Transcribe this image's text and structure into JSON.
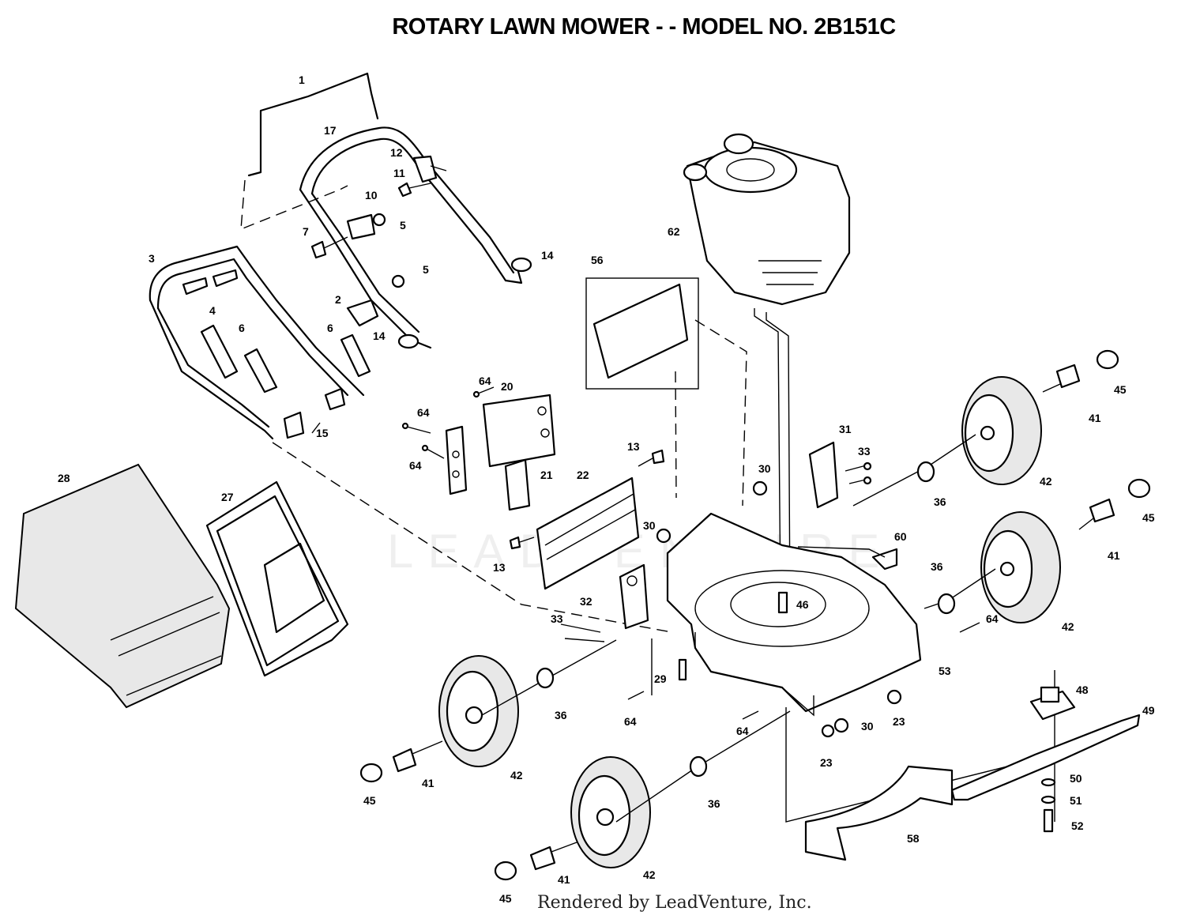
{
  "title": "ROTARY LAWN MOWER - - MODEL NO. 2B151C",
  "footer": "Rendered by LeadVenture, Inc.",
  "watermark": "LEADVENTURE",
  "callouts": [
    {
      "id": "1",
      "label": "1"
    },
    {
      "id": "17",
      "label": "17"
    },
    {
      "id": "12",
      "label": "12"
    },
    {
      "id": "11",
      "label": "11"
    },
    {
      "id": "10",
      "label": "10"
    },
    {
      "id": "5a",
      "label": "5"
    },
    {
      "id": "7",
      "label": "7"
    },
    {
      "id": "3",
      "label": "3"
    },
    {
      "id": "4",
      "label": "4"
    },
    {
      "id": "5b",
      "label": "5"
    },
    {
      "id": "2",
      "label": "2"
    },
    {
      "id": "14a",
      "label": "14"
    },
    {
      "id": "14b",
      "label": "14"
    },
    {
      "id": "6a",
      "label": "6"
    },
    {
      "id": "6b",
      "label": "6"
    },
    {
      "id": "15",
      "label": "15"
    },
    {
      "id": "56",
      "label": "56"
    },
    {
      "id": "62",
      "label": "62"
    },
    {
      "id": "64a",
      "label": "64"
    },
    {
      "id": "20",
      "label": "20"
    },
    {
      "id": "64b",
      "label": "64"
    },
    {
      "id": "64c",
      "label": "64"
    },
    {
      "id": "21",
      "label": "21"
    },
    {
      "id": "13a",
      "label": "13"
    },
    {
      "id": "22",
      "label": "22"
    },
    {
      "id": "13b",
      "label": "13"
    },
    {
      "id": "28",
      "label": "28"
    },
    {
      "id": "27",
      "label": "27"
    },
    {
      "id": "30a",
      "label": "30"
    },
    {
      "id": "31",
      "label": "31"
    },
    {
      "id": "33a",
      "label": "33"
    },
    {
      "id": "30b",
      "label": "30"
    },
    {
      "id": "60",
      "label": "60"
    },
    {
      "id": "46",
      "label": "46"
    },
    {
      "id": "32",
      "label": "32"
    },
    {
      "id": "33b",
      "label": "33"
    },
    {
      "id": "29",
      "label": "29"
    },
    {
      "id": "36a",
      "label": "36"
    },
    {
      "id": "36b",
      "label": "36"
    },
    {
      "id": "36c",
      "label": "36"
    },
    {
      "id": "36d",
      "label": "36"
    },
    {
      "id": "42a",
      "label": "42"
    },
    {
      "id": "42b",
      "label": "42"
    },
    {
      "id": "42c",
      "label": "42"
    },
    {
      "id": "42d",
      "label": "42"
    },
    {
      "id": "41a",
      "label": "41"
    },
    {
      "id": "41b",
      "label": "41"
    },
    {
      "id": "41c",
      "label": "41"
    },
    {
      "id": "41d",
      "label": "41"
    },
    {
      "id": "45a",
      "label": "45"
    },
    {
      "id": "45b",
      "label": "45"
    },
    {
      "id": "45c",
      "label": "45"
    },
    {
      "id": "45d",
      "label": "45"
    },
    {
      "id": "64d",
      "label": "64"
    },
    {
      "id": "53",
      "label": "53"
    },
    {
      "id": "64e",
      "label": "64"
    },
    {
      "id": "64f",
      "label": "64"
    },
    {
      "id": "30c",
      "label": "30"
    },
    {
      "id": "23a",
      "label": "23"
    },
    {
      "id": "23b",
      "label": "23"
    },
    {
      "id": "48",
      "label": "48"
    },
    {
      "id": "49",
      "label": "49"
    },
    {
      "id": "50",
      "label": "50"
    },
    {
      "id": "51",
      "label": "51"
    },
    {
      "id": "52",
      "label": "52"
    },
    {
      "id": "58",
      "label": "58"
    }
  ]
}
